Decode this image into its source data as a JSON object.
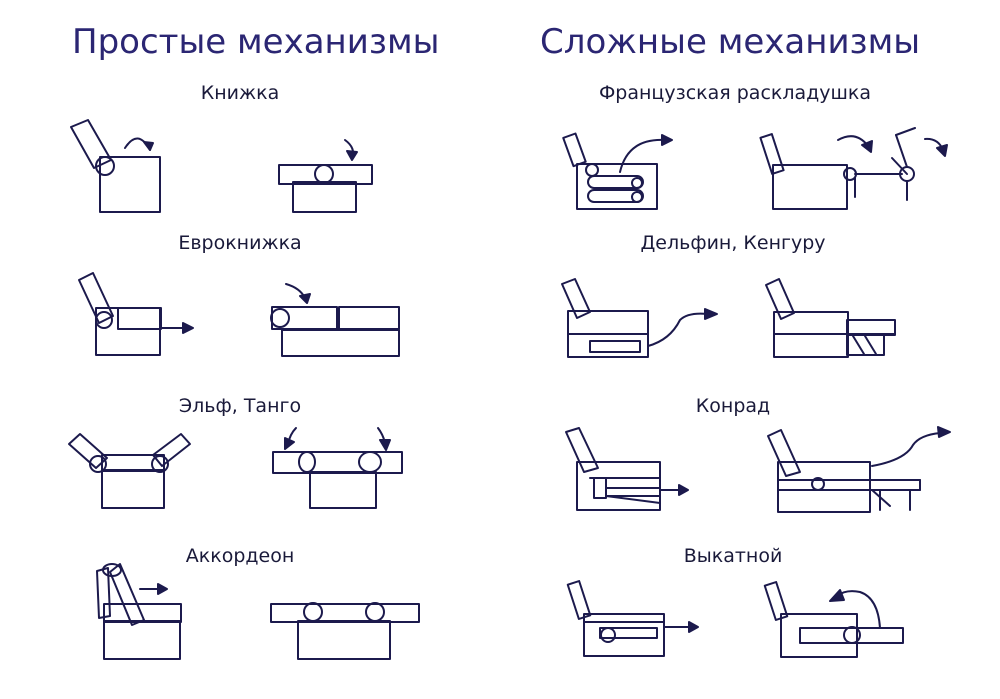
{
  "columns": {
    "simple": {
      "heading": "Простые механизмы",
      "mechanisms": [
        "Книжка",
        "Еврокнижка",
        "Эльф, Танго",
        "Аккордеон"
      ]
    },
    "complex": {
      "heading": "Сложные механизмы",
      "mechanisms": [
        "Французская раскладушка",
        "Дельфин, Кенгуру",
        "Конрад",
        "Выкатной"
      ]
    }
  },
  "colors": {
    "heading": "#2b2673",
    "ink": "#1c1a4d"
  }
}
